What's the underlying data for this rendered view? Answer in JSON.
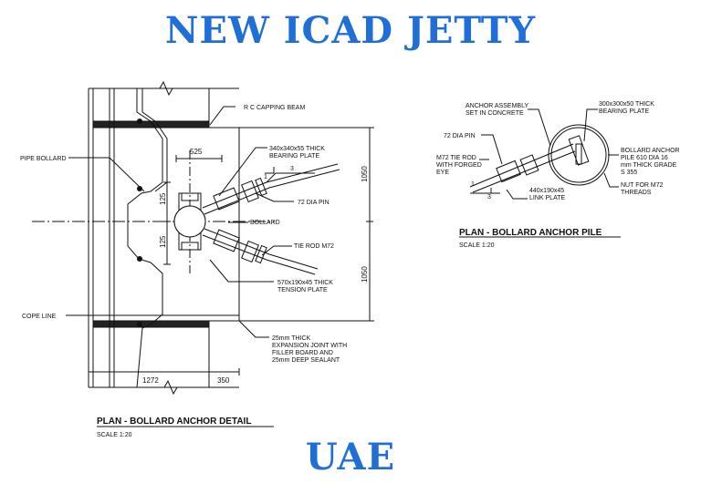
{
  "title": "NEW ICAD JETTY",
  "location": "UAE",
  "detail": {
    "heading": "PLAN - BOLLARD ANCHOR DETAIL",
    "scale": "SCALE 1:20",
    "labels": {
      "capping_beam": "R C CAPPING BEAM",
      "bearing_plate_1": "340x340x55 THICK",
      "bearing_plate_2": "BEARING PLATE",
      "pipe_bollard": "PIPE BOLLARD",
      "pin": "72 DIA PIN",
      "bollard": "BOLLARD",
      "tie_rod": "TIE ROD M72",
      "tension_plate_1": "570x190x45 THICK",
      "tension_plate_2": "TENSION PLATE",
      "cope_line": "COPE LINE",
      "joint_1": "25mm THICK",
      "joint_2": "EXPANSION JOINT WITH",
      "joint_3": "FILLER BOARD AND",
      "joint_4": "25mm DEEP SEALANT",
      "slope_1": "1",
      "slope_3": "3"
    },
    "dims": {
      "d525": "525",
      "d125a": "125",
      "d125b": "125",
      "d1050a": "1050",
      "d1050b": "1050",
      "d1272": "1272",
      "d350": "350"
    }
  },
  "pile": {
    "heading": "PLAN - BOLLARD ANCHOR PILE",
    "scale": "SCALE 1:20",
    "labels": {
      "anchor_1": "ANCHOR ASSEMBLY",
      "anchor_2": "SET IN CONCRETE",
      "bearing_1": "300x300x50 THICK",
      "bearing_2": "BEARING PLATE",
      "pin": "72 DIA PIN",
      "tie_1": "M72 TIE ROD",
      "tie_2": "WITH FORGED",
      "tie_3": "EYE",
      "pile_1": "BOLLARD ANCHOR",
      "pile_2": "PILE 610 DIA 16",
      "pile_3": "mm THICK GRADE",
      "pile_4": "S 355",
      "link_1": "440x190x45",
      "link_2": "LINK PLATE",
      "nut_1": "NUT FOR M72",
      "nut_2": "THREADS",
      "slope_1": "1",
      "slope_3": "3"
    }
  }
}
